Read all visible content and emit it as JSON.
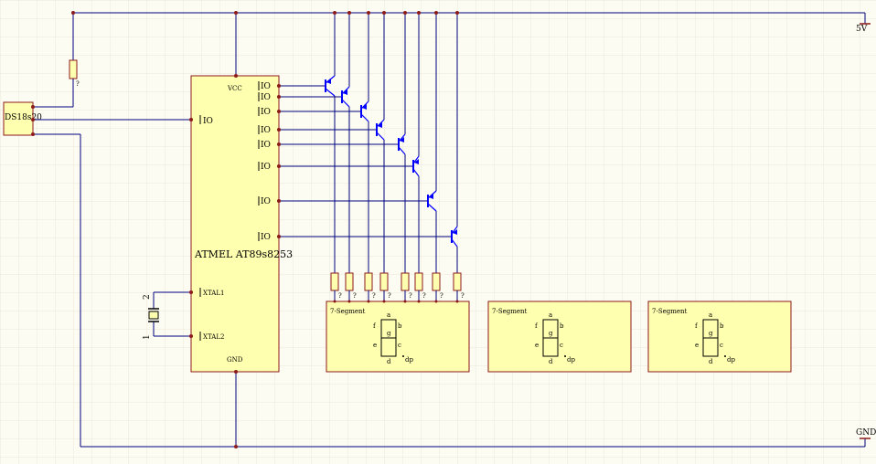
{
  "colors": {
    "background": "#fdfcf2",
    "grid": "#ece9dc",
    "wire": "#000080",
    "component_fill": "#ffffb0",
    "component_stroke": "#8b1a1a",
    "pin": "#8b1a1a",
    "junction": "#8b1a1a",
    "transistor": "#0000ff"
  },
  "power": {
    "vcc_rail_label": "5V",
    "gnd_rail_label": "GND"
  },
  "sensor": {
    "label": "DS18s20"
  },
  "pullup": {
    "designator": "?"
  },
  "mcu": {
    "name": "ATMEL AT89s8253",
    "vcc_pin": "VCC",
    "gnd_pin": "GND",
    "io_sensor_pin": "IO",
    "xtal1_pin": "XTAL1",
    "xtal2_pin": "XTAL2",
    "io_pins": [
      "IO",
      "IO",
      "IO",
      "IO",
      "IO",
      "IO",
      "IO",
      "IO"
    ]
  },
  "crystal": {
    "pin_top": "2",
    "pin_bottom": "1"
  },
  "resistor_designator": "?",
  "displays": [
    {
      "title": "7-Segment",
      "seg_a": "a",
      "seg_b": "b",
      "seg_c": "c",
      "seg_d": "d",
      "seg_e": "e",
      "seg_f": "f",
      "seg_g": "g",
      "seg_dp": "dp"
    },
    {
      "title": "7-Segment",
      "seg_a": "a",
      "seg_b": "b",
      "seg_c": "c",
      "seg_d": "d",
      "seg_e": "e",
      "seg_f": "f",
      "seg_g": "g",
      "seg_dp": "dp"
    },
    {
      "title": "7-Segment",
      "seg_a": "a",
      "seg_b": "b",
      "seg_c": "c",
      "seg_d": "d",
      "seg_e": "e",
      "seg_f": "f",
      "seg_g": "g",
      "seg_dp": "dp"
    }
  ]
}
